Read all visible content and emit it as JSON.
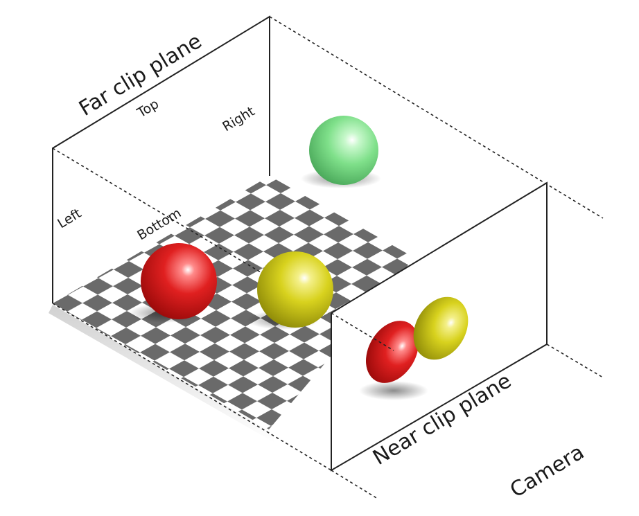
{
  "labels": {
    "far_clip_plane": "Far clip plane",
    "top": "Top",
    "right": "Right",
    "left": "Left",
    "bottom": "Bottom",
    "near_clip_plane": "Near clip plane",
    "camera": "Camera"
  },
  "colors": {
    "red_sphere": "#e02020",
    "yellow_sphere": "#d8d21e",
    "green_sphere": "#7fe08a",
    "checker_dark": "#6a6a6a",
    "checker_light": "#ffffff"
  }
}
